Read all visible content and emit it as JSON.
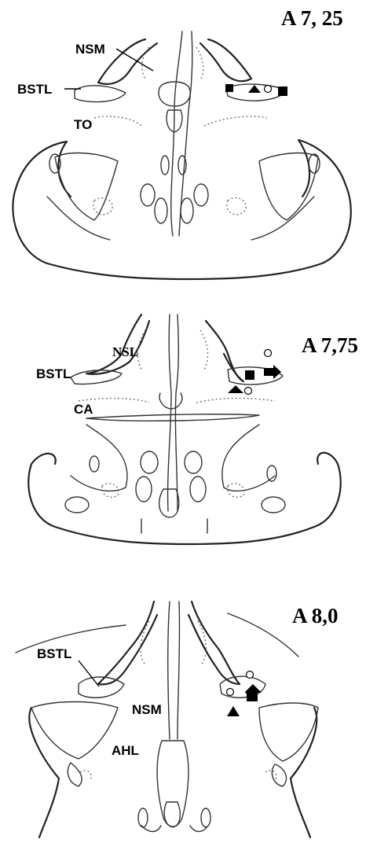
{
  "panels": [
    {
      "title": "A 7, 25",
      "labels": {
        "nsm": "NSM",
        "bstl": "BSTL",
        "to": "TO"
      }
    },
    {
      "title": "A 7,75",
      "labels": {
        "nsl": "NSL",
        "bstl": "BSTL",
        "ca": "CA"
      }
    },
    {
      "title": "A 8,0",
      "labels": {
        "bstl": "BSTL",
        "nsm": "NSM",
        "ahl": "AHL"
      }
    }
  ],
  "marker_shapes": [
    "filled-square",
    "filled-triangle",
    "open-circle",
    "filled-arrow"
  ]
}
